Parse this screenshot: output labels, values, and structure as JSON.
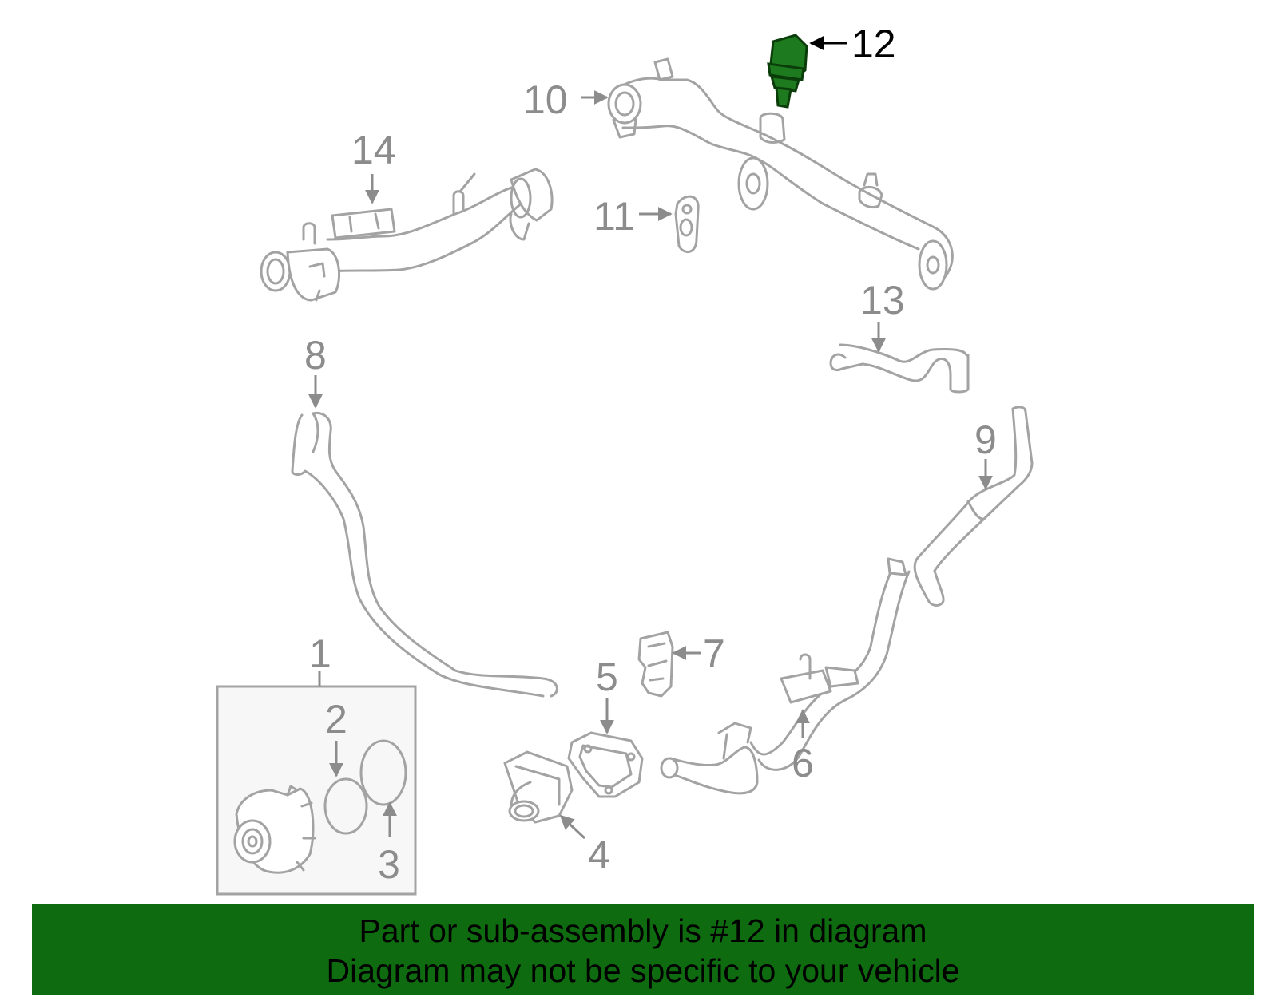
{
  "colors": {
    "banner": "#0f6b0f",
    "highlight_part": "#1e7a1e",
    "part_lines": "#a3a3a3",
    "callout_text": "#8c8c8c"
  },
  "callouts": {
    "c1": "1",
    "c2": "2",
    "c3": "3",
    "c4": "4",
    "c5": "5",
    "c6": "6",
    "c7": "7",
    "c8": "8",
    "c9": "9",
    "c10": "10",
    "c11": "11",
    "c12": "12",
    "c13": "13",
    "c14": "14"
  },
  "highlighted_callout": "12",
  "banner": {
    "line1": "Part or sub-assembly is #12 in diagram",
    "line2": "Diagram may not be specific to your vehicle"
  }
}
